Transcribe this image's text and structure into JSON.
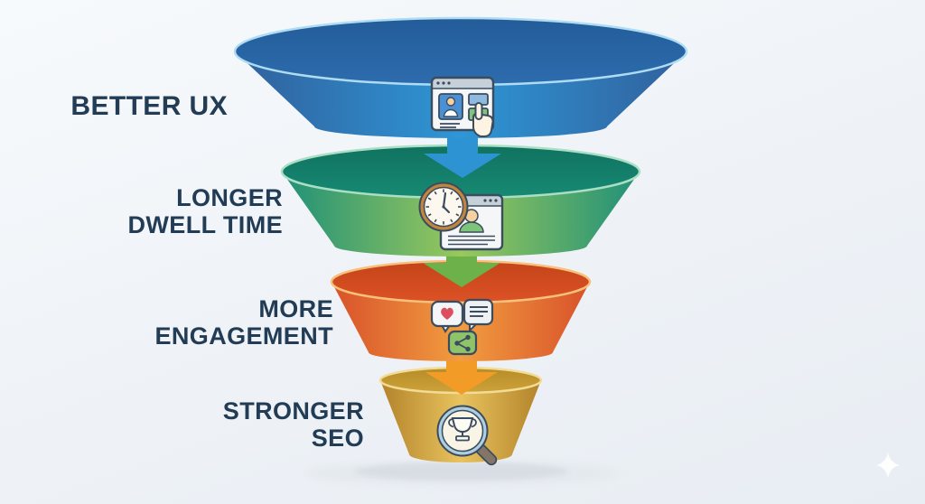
{
  "page": {
    "background_top": "#f7fafc",
    "background_bottom": "#e8edf3",
    "text_color": "#223c55"
  },
  "funnel": {
    "stages": [
      {
        "id": "better-ux",
        "label_lines": [
          "BETTER UX"
        ],
        "icon": "browser-click-icon",
        "colors": {
          "top": "#2d6cae",
          "top_dark": "#235c99",
          "edge": "#30609c",
          "center": "#2f96d6",
          "rim": "#aedcf2"
        }
      },
      {
        "id": "longer-dwell-time",
        "label_lines": [
          "LONGER",
          "DWELL TIME"
        ],
        "icon": "clock-webpage-icon",
        "colors": {
          "top": "#178a74",
          "top_dark": "#10725f",
          "edge": "#1f9078",
          "center": "#9ac85c",
          "rim": "#aadfc6"
        }
      },
      {
        "id": "more-engagement",
        "label_lines": [
          "MORE",
          "ENGAGEMENT"
        ],
        "icon": "like-comment-share-icon",
        "colors": {
          "top": "#dc5226",
          "top_dark": "#c44419",
          "edge": "#d8512a",
          "center": "#f19d40",
          "rim": "#f7c07b"
        }
      },
      {
        "id": "stronger-seo",
        "label_lines": [
          "STRONGER",
          "SEO"
        ],
        "icon": "trophy-search-icon",
        "colors": {
          "top": "#cda239",
          "top_dark": "#b68c28",
          "edge": "#b3832a",
          "center": "#e8c35e",
          "rim": "#f2dc95"
        }
      }
    ],
    "arrows": [
      {
        "color": "#2e93d3"
      },
      {
        "color": "#6db14b"
      },
      {
        "color": "#f29b27"
      }
    ]
  }
}
